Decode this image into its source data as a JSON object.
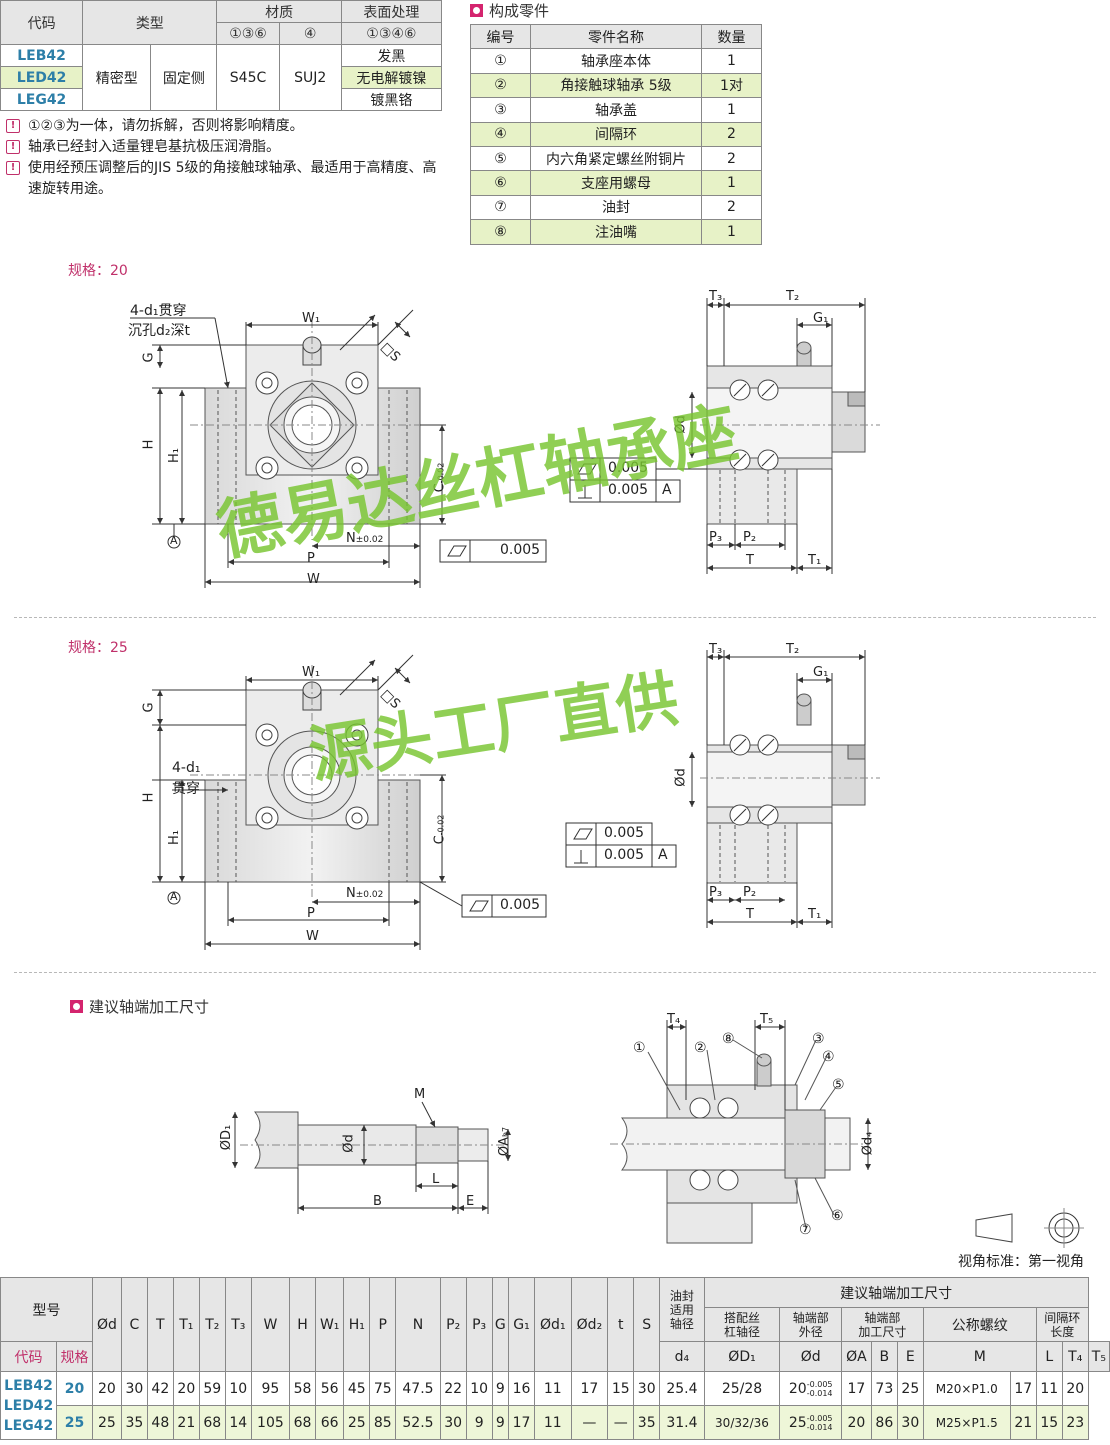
{
  "type_table": {
    "headers": [
      "代码",
      "类型",
      "材质",
      "表面处理"
    ],
    "material_sub": [
      "①③⑥",
      "④"
    ],
    "treatment_sub": "①③④⑥",
    "codes": [
      "LEB42",
      "LED42",
      "LEG42"
    ],
    "type1": "精密型",
    "type2": "固定侧",
    "mat1": "S45C",
    "mat2": "SUJ2",
    "treatments": [
      "发黑",
      "无电解镀镍",
      "镀黑铬"
    ]
  },
  "notes": [
    "①②③为一体，请勿拆解，否则将影响精度。",
    "轴承已经封入适量锂皂基抗极压润滑脂。",
    "使用经预压调整后的JIS 5级的角接触球轴承、最适用于高精度、高速旋转用途。"
  ],
  "parts": {
    "title": "构成零件",
    "headers": [
      "编号",
      "零件名称",
      "数量"
    ],
    "rows": [
      {
        "no": "①",
        "name": "轴承座本体",
        "qty": "1"
      },
      {
        "no": "②",
        "name": "角接触球轴承 5级",
        "qty": "1对"
      },
      {
        "no": "③",
        "name": "轴承盖",
        "qty": "1"
      },
      {
        "no": "④",
        "name": "间隔环",
        "qty": "2"
      },
      {
        "no": "⑤",
        "name": "内六角紧定螺丝附铜片",
        "qty": "2"
      },
      {
        "no": "⑥",
        "name": "支座用螺母",
        "qty": "1"
      },
      {
        "no": "⑦",
        "name": "油封",
        "qty": "2"
      },
      {
        "no": "⑧",
        "name": "注油嘴",
        "qty": "1"
      }
    ]
  },
  "spec20": "规格：20",
  "spec25": "规格：25",
  "machining_title": "建议轴端加工尺寸",
  "view_std": "视角标准：第一视角",
  "labels": {
    "hole20a": "4-d₁贯穿",
    "hole20b": "沉孔d₂深t",
    "hole25a": "4-d₁",
    "hole25b": "贯穿",
    "W1": "W₁",
    "S": "□S",
    "G": "G",
    "H": "H",
    "H1": "H₁",
    "C": "C",
    "Ctol": "-0.02",
    "N": "N",
    "Ntol": "±0.02",
    "P": "P",
    "W": "W",
    "A": "A",
    "T3": "T₃",
    "T2": "T₂",
    "G1": "G₁",
    "d": "Ød",
    "P3": "P₃",
    "P2": "P₂",
    "T": "T",
    "T1": "T₁",
    "tol": "0.005",
    "datumA": "A",
    "M": "M",
    "D1": "ØD₁",
    "Ad": "Ød",
    "Ah7": "ØA",
    "h7": "h7",
    "L": "L",
    "B": "B",
    "E": "E",
    "T4": "T₄",
    "T5": "T₅",
    "d4": "Ød₄",
    "c1": "①",
    "c2": "②",
    "c3": "③",
    "c4": "④",
    "c5": "⑤",
    "c6": "⑥",
    "c7": "⑦",
    "c8": "⑧"
  },
  "watermarks": [
    "德易达丝杠轴承座",
    "源头工厂直供"
  ],
  "dims_table": {
    "model_label": "型号",
    "code_label": "代码",
    "spec_label": "规格",
    "cols": [
      "Ød",
      "C",
      "T",
      "T₁",
      "T₂",
      "T₃",
      "W",
      "H",
      "W₁",
      "H₁",
      "P",
      "N",
      "P₂",
      "P₃",
      "G",
      "G₁",
      "Ød₁",
      "Ød₂",
      "t",
      "S"
    ],
    "oil_seal": "油封",
    "oil_seal2": "适用",
    "oil_seal3": "轴径",
    "d4": "d₄",
    "machining": "建议轴端加工尺寸",
    "m_col1a": "搭配丝",
    "m_col1b": "杠轴径",
    "m_col2a": "轴端部",
    "m_col2b": "外径",
    "m_col3a": "轴端部",
    "m_col3b": "加工尺寸",
    "m_col4": "公称螺纹",
    "m_col5a": "间隔环",
    "m_col5b": "长度",
    "sub": [
      "ØD₁",
      "Ød",
      "ØA",
      "B",
      "E",
      "M",
      "L",
      "T₄",
      "T₅"
    ],
    "codes": [
      "LEB42",
      "LED42",
      "LEG42"
    ],
    "rows": [
      {
        "spec": "20",
        "vals": [
          "20",
          "30",
          "42",
          "20",
          "59",
          "10",
          "95",
          "58",
          "56",
          "45",
          "75",
          "47.5",
          "22",
          "10",
          "9",
          "16",
          "11",
          "17",
          "15",
          "30",
          "25.4",
          "25/28",
          "20",
          "17",
          "73",
          "25",
          "M20×P1.0",
          "17",
          "11",
          "20"
        ],
        "tol_top": "-0.005",
        "tol_bot": "-0.014"
      },
      {
        "spec": "25",
        "vals": [
          "25",
          "35",
          "48",
          "21",
          "68",
          "14",
          "105",
          "68",
          "66",
          "25",
          "85",
          "52.5",
          "30",
          "9",
          "9",
          "17",
          "11",
          "—",
          "—",
          "35",
          "31.4",
          "30/32/36",
          "25",
          "20",
          "86",
          "30",
          "M25×P1.5",
          "21",
          "15",
          "23"
        ],
        "tol_top": "-0.005",
        "tol_bot": "-0.014"
      }
    ]
  }
}
